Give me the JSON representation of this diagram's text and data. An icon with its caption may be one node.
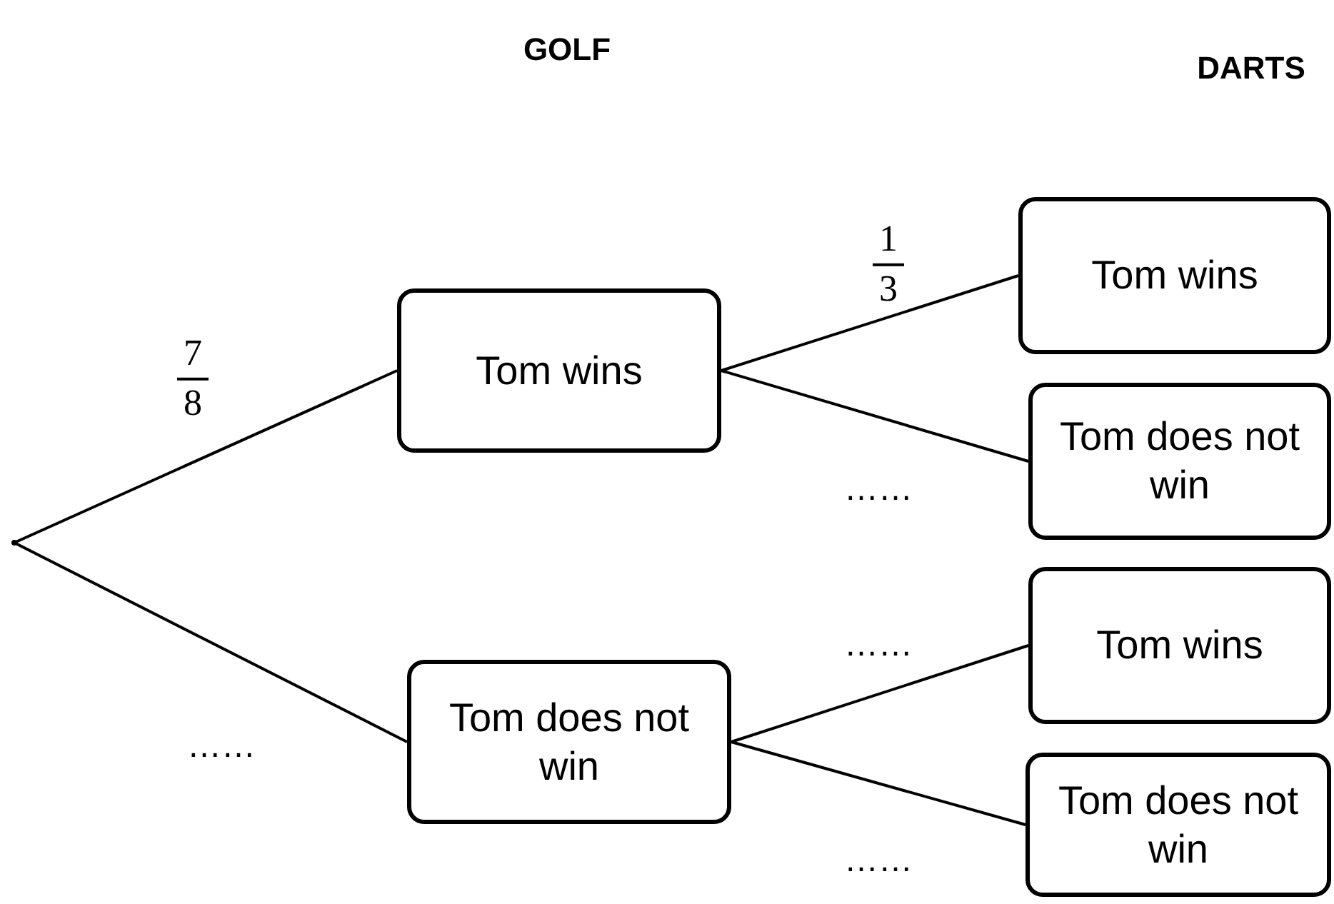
{
  "diagram": {
    "nodes": [
      {
        "text": [],
        "shape": "point"
      },
      {
        "text": [
          "Tom wins"
        ]
      },
      {
        "text": [
          "Tom does not win"
        ]
      },
      {
        "text": [
          "Tom wins"
        ]
      },
      {
        "text": [
          "Tom does not win"
        ]
      },
      {
        "text": [
          "Tom wins"
        ]
      },
      {
        "text": [
          "Tom does not win"
        ]
      }
    ],
    "edges": [
      {
        "from": 0,
        "to": 1,
        "arrow": "none",
        "label": "7 8"
      },
      {
        "from": 0,
        "to": 2,
        "arrow": "none",
        "label": "……"
      },
      {
        "from": 1,
        "to": 3,
        "arrow": "none",
        "label": "1 3"
      },
      {
        "from": 1,
        "to": 4,
        "arrow": "none",
        "label": "……"
      },
      {
        "from": 2,
        "to": 5,
        "arrow": "none",
        "label": "……"
      },
      {
        "from": 2,
        "to": 6,
        "arrow": "none",
        "label": "……"
      }
    ],
    "labels": [
      "GOLF",
      "DARTS"
    ]
  }
}
